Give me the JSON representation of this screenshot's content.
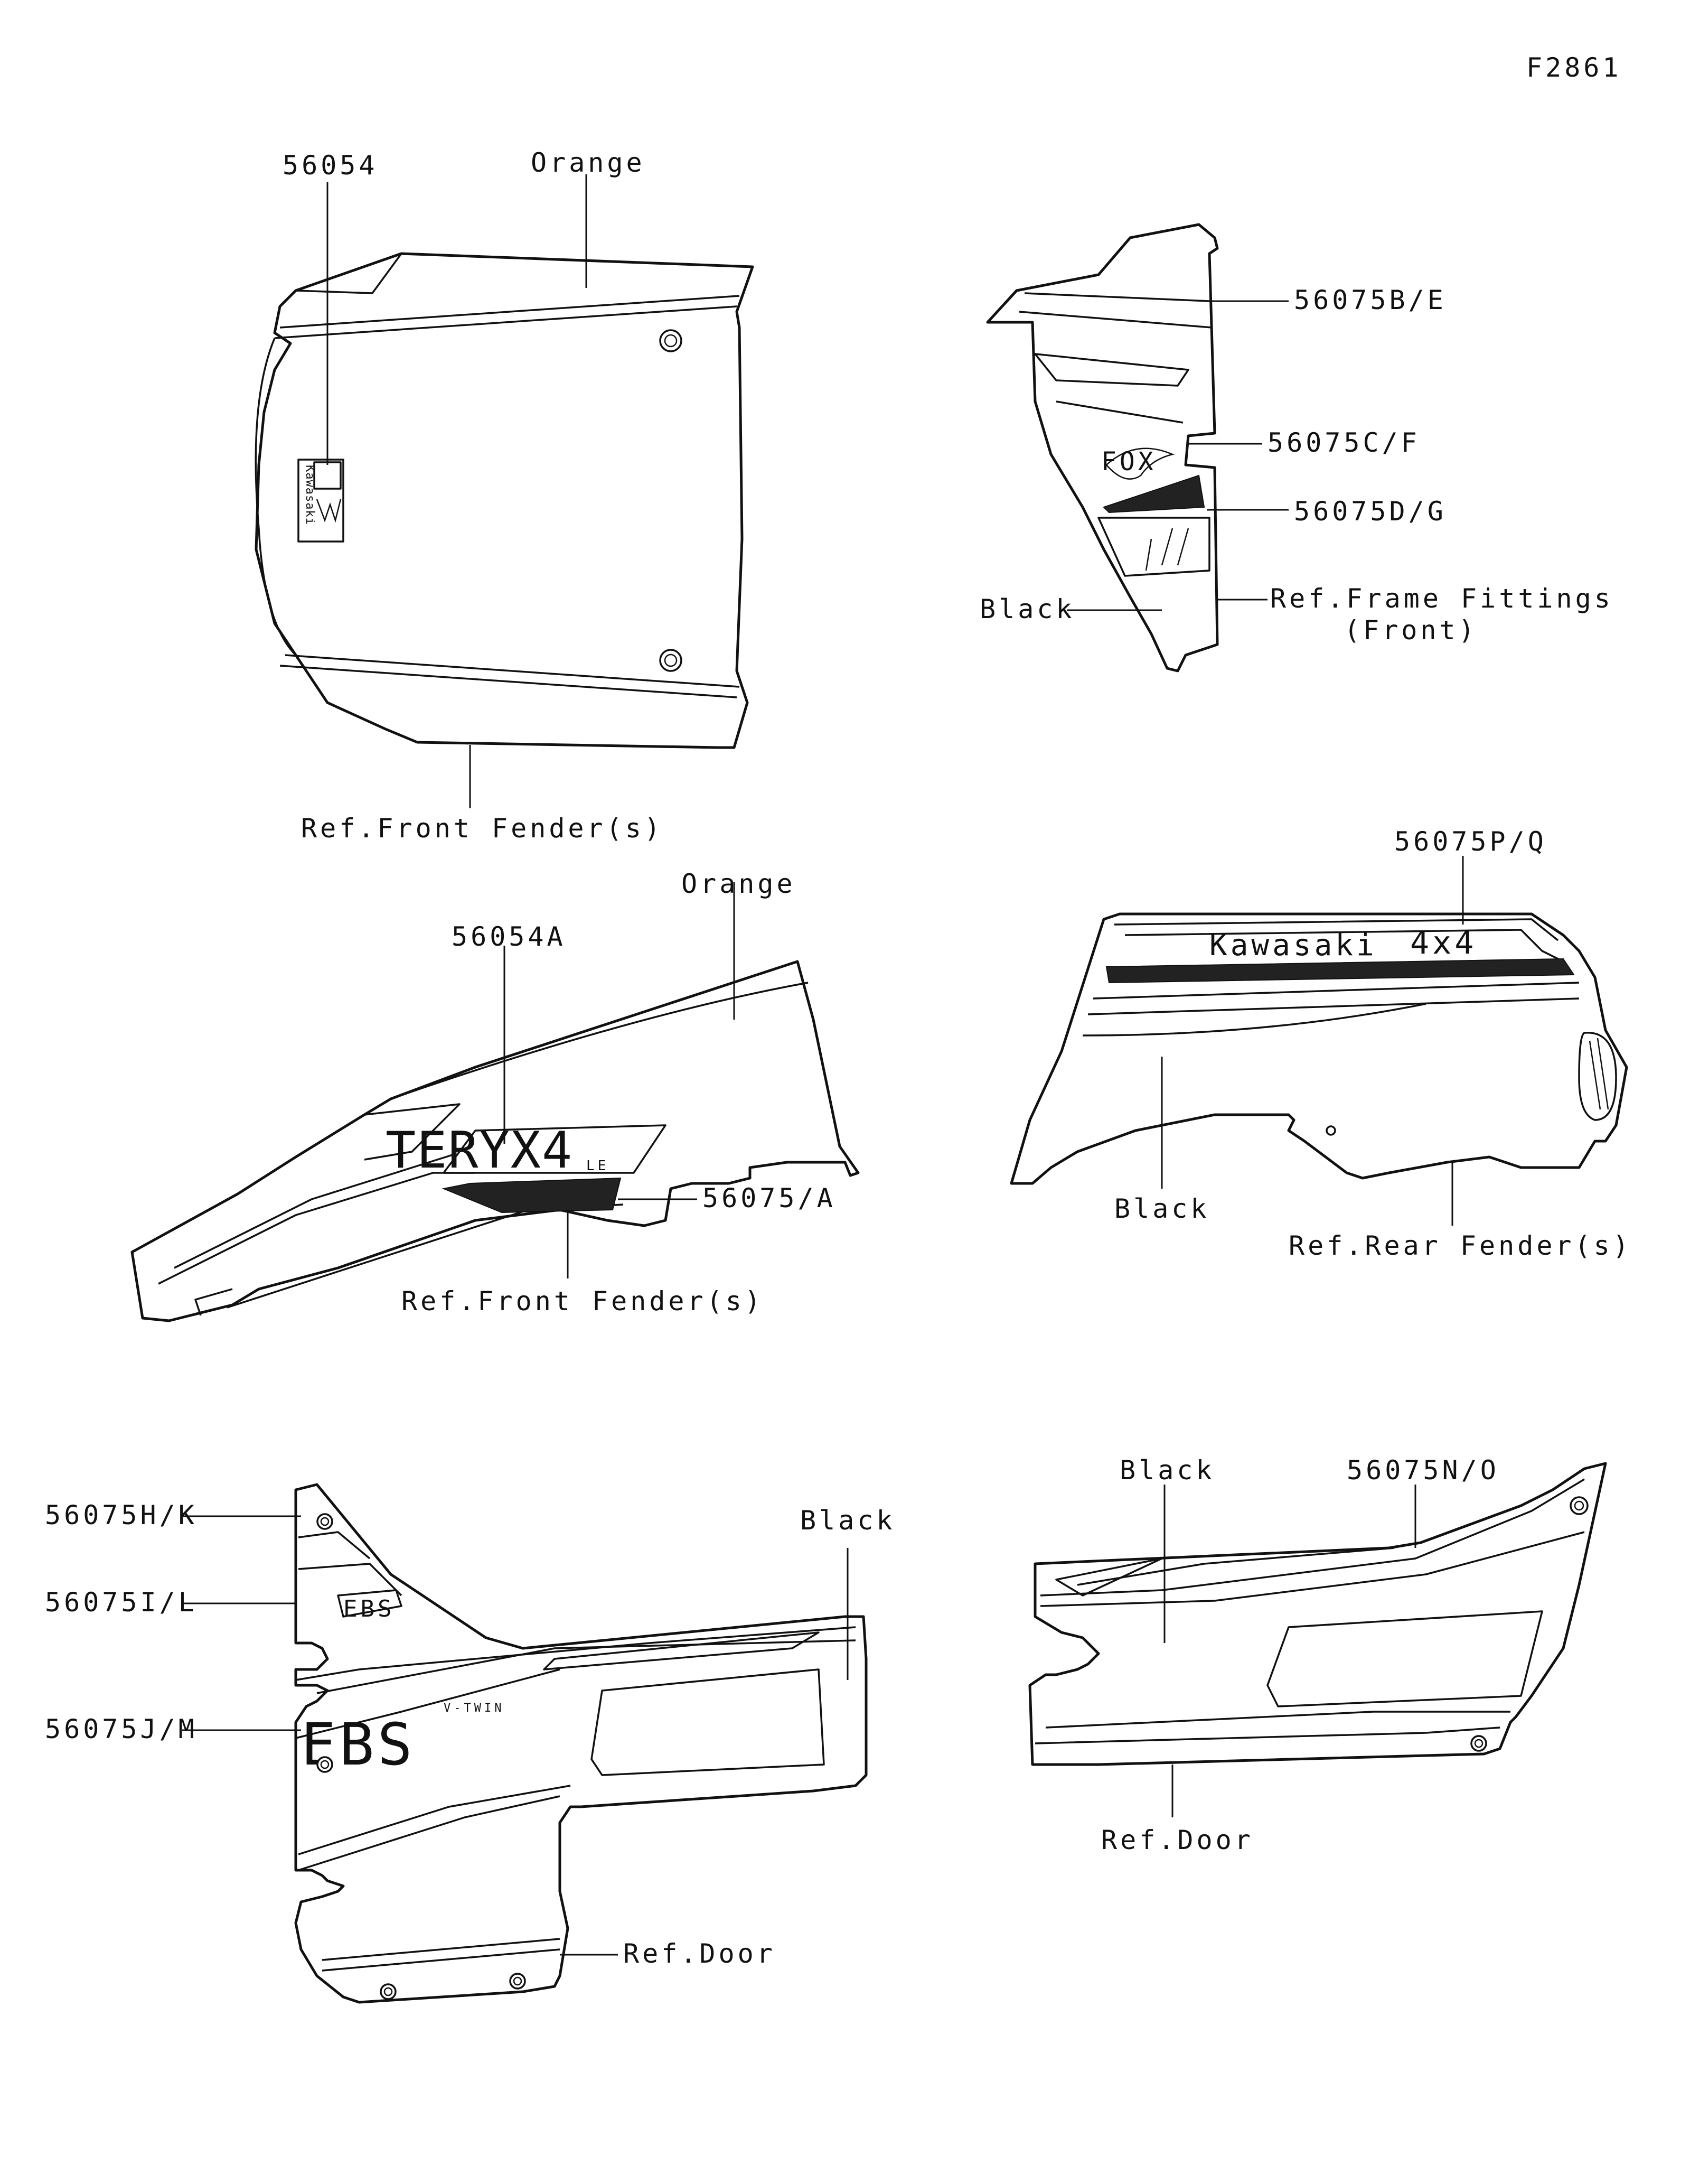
{
  "figure_id": "F2861",
  "groups": [
    {
      "id": "hood",
      "labels": {
        "part": "56054",
        "color": "Orange",
        "ref": "Ref.Front Fender(s)"
      }
    },
    {
      "id": "frame-fitting",
      "labels": {
        "part_b_e": "56075B/E",
        "part_c_f": "56075C/F",
        "part_d_g": "56075D/G",
        "color": "Black",
        "ref_line1": "Ref.Frame Fittings",
        "ref_line2": "(Front)"
      }
    },
    {
      "id": "front-fender-side",
      "labels": {
        "color": "Orange",
        "part_a": "56054A",
        "part_b": "56075/A",
        "ref": "Ref.Front Fender(s)"
      }
    },
    {
      "id": "rear-fender",
      "labels": {
        "part": "56075P/Q",
        "color": "Black",
        "ref": "Ref.Rear Fender(s)"
      },
      "graphic_text": {
        "brand": "Kawasaki",
        "drive": "4x4"
      }
    },
    {
      "id": "door-left",
      "labels": {
        "part_h_k": "56075H/K",
        "part_i_l": "56075I/L",
        "part_j_m": "56075J/M",
        "color": "Black",
        "ref": "Ref.Door"
      }
    },
    {
      "id": "door-right",
      "labels": {
        "part": "56075N/O",
        "color": "Black",
        "ref": "Ref.Door"
      }
    }
  ]
}
